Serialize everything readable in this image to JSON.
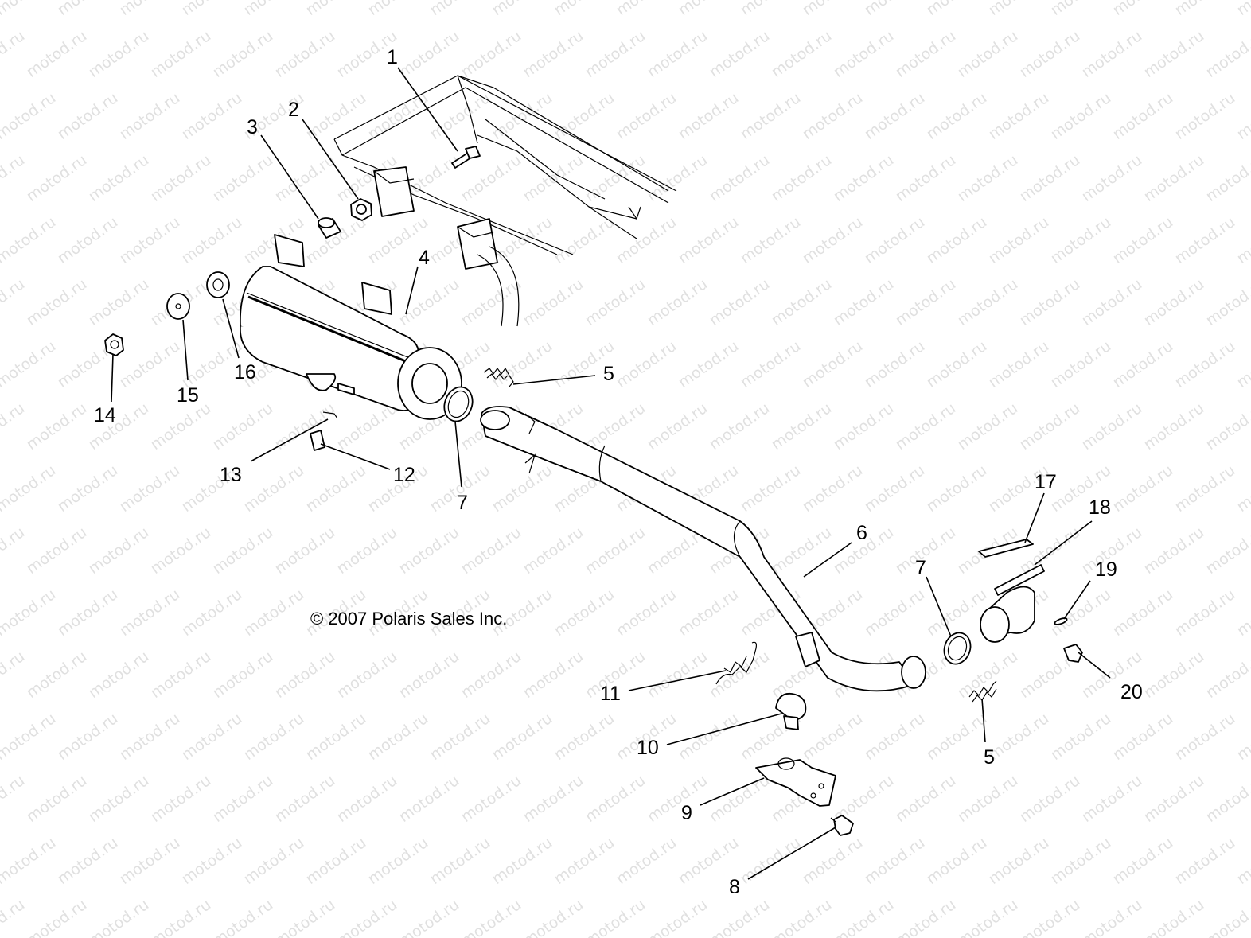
{
  "watermark": {
    "text": "motod.ru"
  },
  "copyright": "© 2007 Polaris Sales Inc.",
  "callouts": {
    "c1": "1",
    "c2": "2",
    "c3": "3",
    "c4": "4",
    "c5a": "5",
    "c5b": "5",
    "c6": "6",
    "c7a": "7",
    "c7b": "7",
    "c8": "8",
    "c9": "9",
    "c10": "10",
    "c11": "11",
    "c12": "12",
    "c13": "13",
    "c14": "14",
    "c15": "15",
    "c16": "16",
    "c17": "17",
    "c18": "18",
    "c19": "19",
    "c20": "20"
  }
}
